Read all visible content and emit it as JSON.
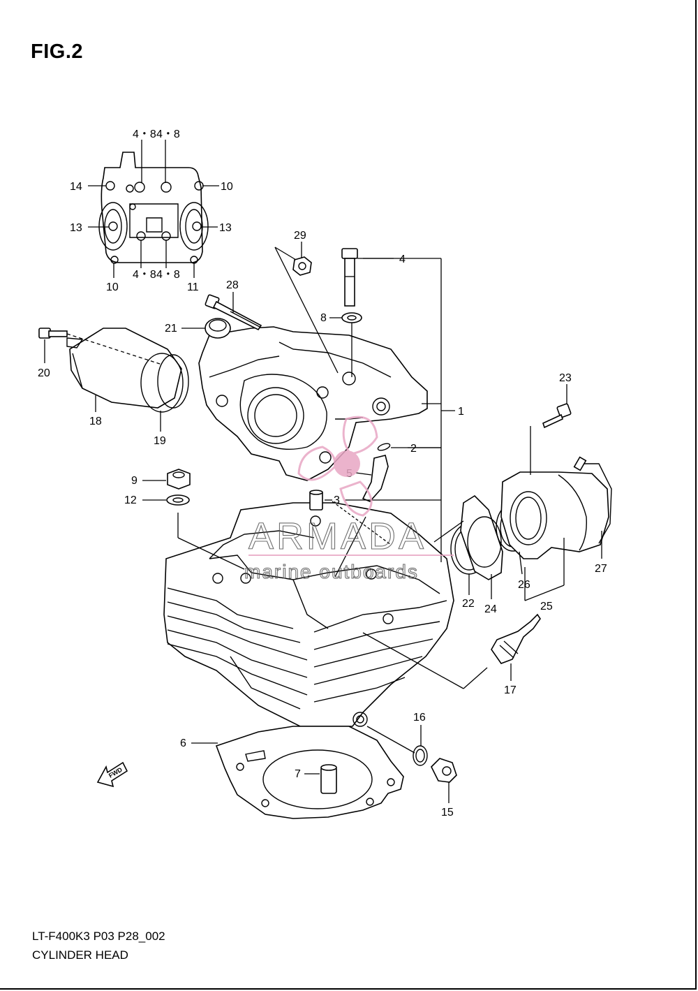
{
  "figure": {
    "title": "FIG.2",
    "code": "LT-F400K3 P03 P28_002",
    "name": "CYLINDER HEAD"
  },
  "watermark": {
    "brand": "ARMADA",
    "tagline": "marine outboards",
    "accent_color": "#e8a6c4"
  },
  "fwd_label": "FWD",
  "callouts": {
    "c1": "1",
    "c2": "2",
    "c3": "3",
    "c4": "4",
    "c5": "5",
    "c6": "6",
    "c7": "7",
    "c8": "8",
    "c9": "9",
    "c10a": "10",
    "c10b": "10",
    "c11": "11",
    "c12": "12",
    "c13a": "13",
    "c13b": "13",
    "c14": "14",
    "c15": "15",
    "c16": "16",
    "c17": "17",
    "c18": "18",
    "c19": "19",
    "c20": "20",
    "c21": "21",
    "c22": "22",
    "c23": "23",
    "c24": "24",
    "c25": "25",
    "c26": "26",
    "c27": "27",
    "c28": "28",
    "c29": "29",
    "c48a": "4・8",
    "c48b": "4・8",
    "c48c": "4・8",
    "c48d": "4・8"
  }
}
